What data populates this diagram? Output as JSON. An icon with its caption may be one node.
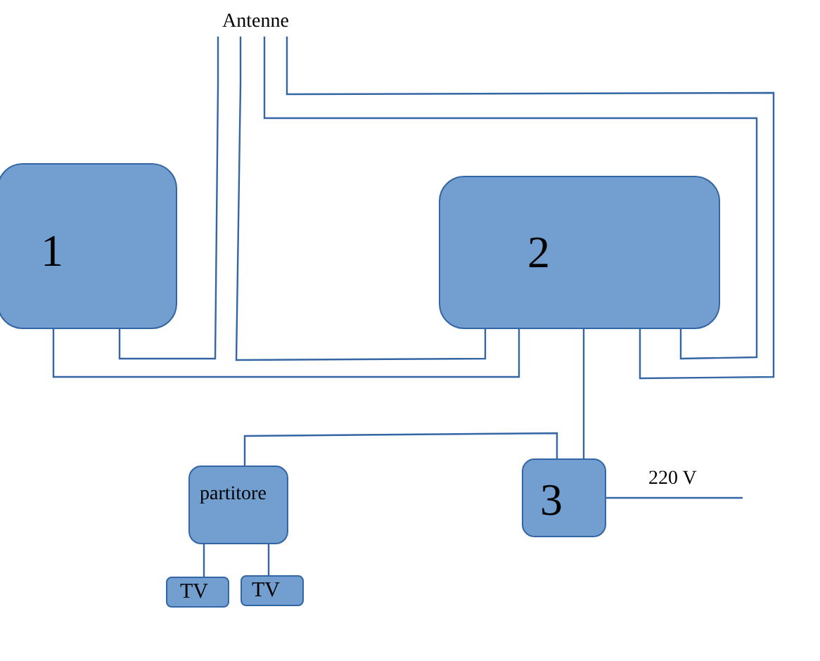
{
  "diagram": {
    "nodes": [
      {
        "text": [
          "Antenne"
        ]
      },
      {
        "text": [
          "1"
        ]
      },
      {
        "text": [
          "2"
        ]
      },
      {
        "text": [
          "3"
        ]
      },
      {
        "text": [
          "partitore"
        ]
      },
      {
        "text": [
          "TV"
        ]
      },
      {
        "text": [
          "TV"
        ]
      }
    ],
    "edges": [
      {
        "from": 0,
        "to": 1,
        "arrow": "none"
      },
      {
        "from": 0,
        "to": 2,
        "arrow": "none"
      },
      {
        "from": 0,
        "to": 2,
        "arrow": "none"
      },
      {
        "from": 0,
        "to": 2,
        "arrow": "none"
      },
      {
        "from": 1,
        "to": 2,
        "arrow": "none"
      },
      {
        "from": 2,
        "to": 3,
        "arrow": "none"
      },
      {
        "from": 3,
        "to": 4,
        "arrow": "none"
      },
      {
        "from": 4,
        "to": 5,
        "arrow": "none"
      },
      {
        "from": 4,
        "to": 6,
        "arrow": "none"
      },
      {
        "from": 3,
        "to": null,
        "arrow": "none",
        "label": "220 V"
      }
    ]
  }
}
